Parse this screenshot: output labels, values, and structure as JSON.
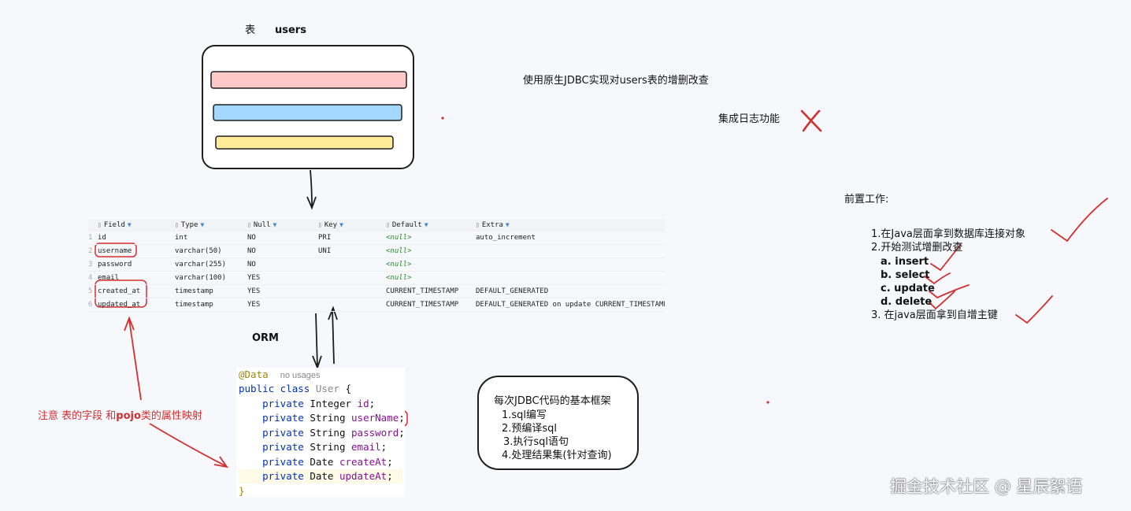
{
  "header": {
    "table_label": "表",
    "table_name": "users"
  },
  "notes": {
    "goal": "使用原生JDBC实现对users表的增删改查",
    "log_feature": "集成日志功能",
    "prep_title": "前置工作:",
    "steps": [
      "1.在Java层面拿到数据库连接对象",
      "2.开始测试增删改查",
      "a. insert",
      "b. select",
      "c. update",
      "d. delete",
      "3. 在java层面拿到自增主键"
    ]
  },
  "db_table": {
    "columns": [
      "Field",
      "Type",
      "Null",
      "Key",
      "Default",
      "Extra"
    ],
    "rows": [
      {
        "n": "1",
        "field": "id",
        "type": "int",
        "null": "NO",
        "key": "PRI",
        "default": "<null>",
        "extra": "auto_increment"
      },
      {
        "n": "2",
        "field": "username",
        "type": "varchar(50)",
        "null": "NO",
        "key": "UNI",
        "default": "<null>",
        "extra": ""
      },
      {
        "n": "3",
        "field": "password",
        "type": "varchar(255)",
        "null": "NO",
        "key": "",
        "default": "<null>",
        "extra": ""
      },
      {
        "n": "4",
        "field": "email",
        "type": "varchar(100)",
        "null": "YES",
        "key": "",
        "default": "<null>",
        "extra": ""
      },
      {
        "n": "5",
        "field": "created_at",
        "type": "timestamp",
        "null": "YES",
        "key": "",
        "default": "CURRENT_TIMESTAMP",
        "extra": "DEFAULT_GENERATED"
      },
      {
        "n": "6",
        "field": "updated_at",
        "type": "timestamp",
        "null": "YES",
        "key": "",
        "default": "CURRENT_TIMESTAMP",
        "extra": "DEFAULT_GENERATED on update CURRENT_TIMESTAMP"
      }
    ]
  },
  "orm_label": "ORM",
  "code": {
    "annotation": "@Data",
    "usages": "no usages",
    "class_kw": "public class",
    "class_name": "User",
    "open_brace": "{",
    "close_brace": "}",
    "fields": [
      {
        "mod": "private",
        "type": "Integer",
        "name": "id"
      },
      {
        "mod": "private",
        "type": "String",
        "name": "userName"
      },
      {
        "mod": "private",
        "type": "String",
        "name": "password"
      },
      {
        "mod": "private",
        "type": "String",
        "name": "email"
      },
      {
        "mod": "private",
        "type": "Date",
        "name": "createAt"
      },
      {
        "mod": "private",
        "type": "Date",
        "name": "updateAt"
      }
    ]
  },
  "mapping_note": {
    "pre": "注意 表的字段 和",
    "emph": "pojo",
    "post": "类的属性映射"
  },
  "framework": {
    "title": "每次JDBC代码的基本框架",
    "items": [
      "1.sql编写",
      "2.预编译sql",
      "3.执行sql语句",
      "4.处理结果集(针对查询)"
    ]
  },
  "watermark": "掘金技术社区 @ 星辰絮语",
  "colors": {
    "bar1": "#ffc9c9",
    "bar2": "#a5d8ff",
    "bar3": "#ffec99",
    "ink": "#1e1e1e",
    "mark": "#d32f2f",
    "hl": "#fdfbe8"
  }
}
